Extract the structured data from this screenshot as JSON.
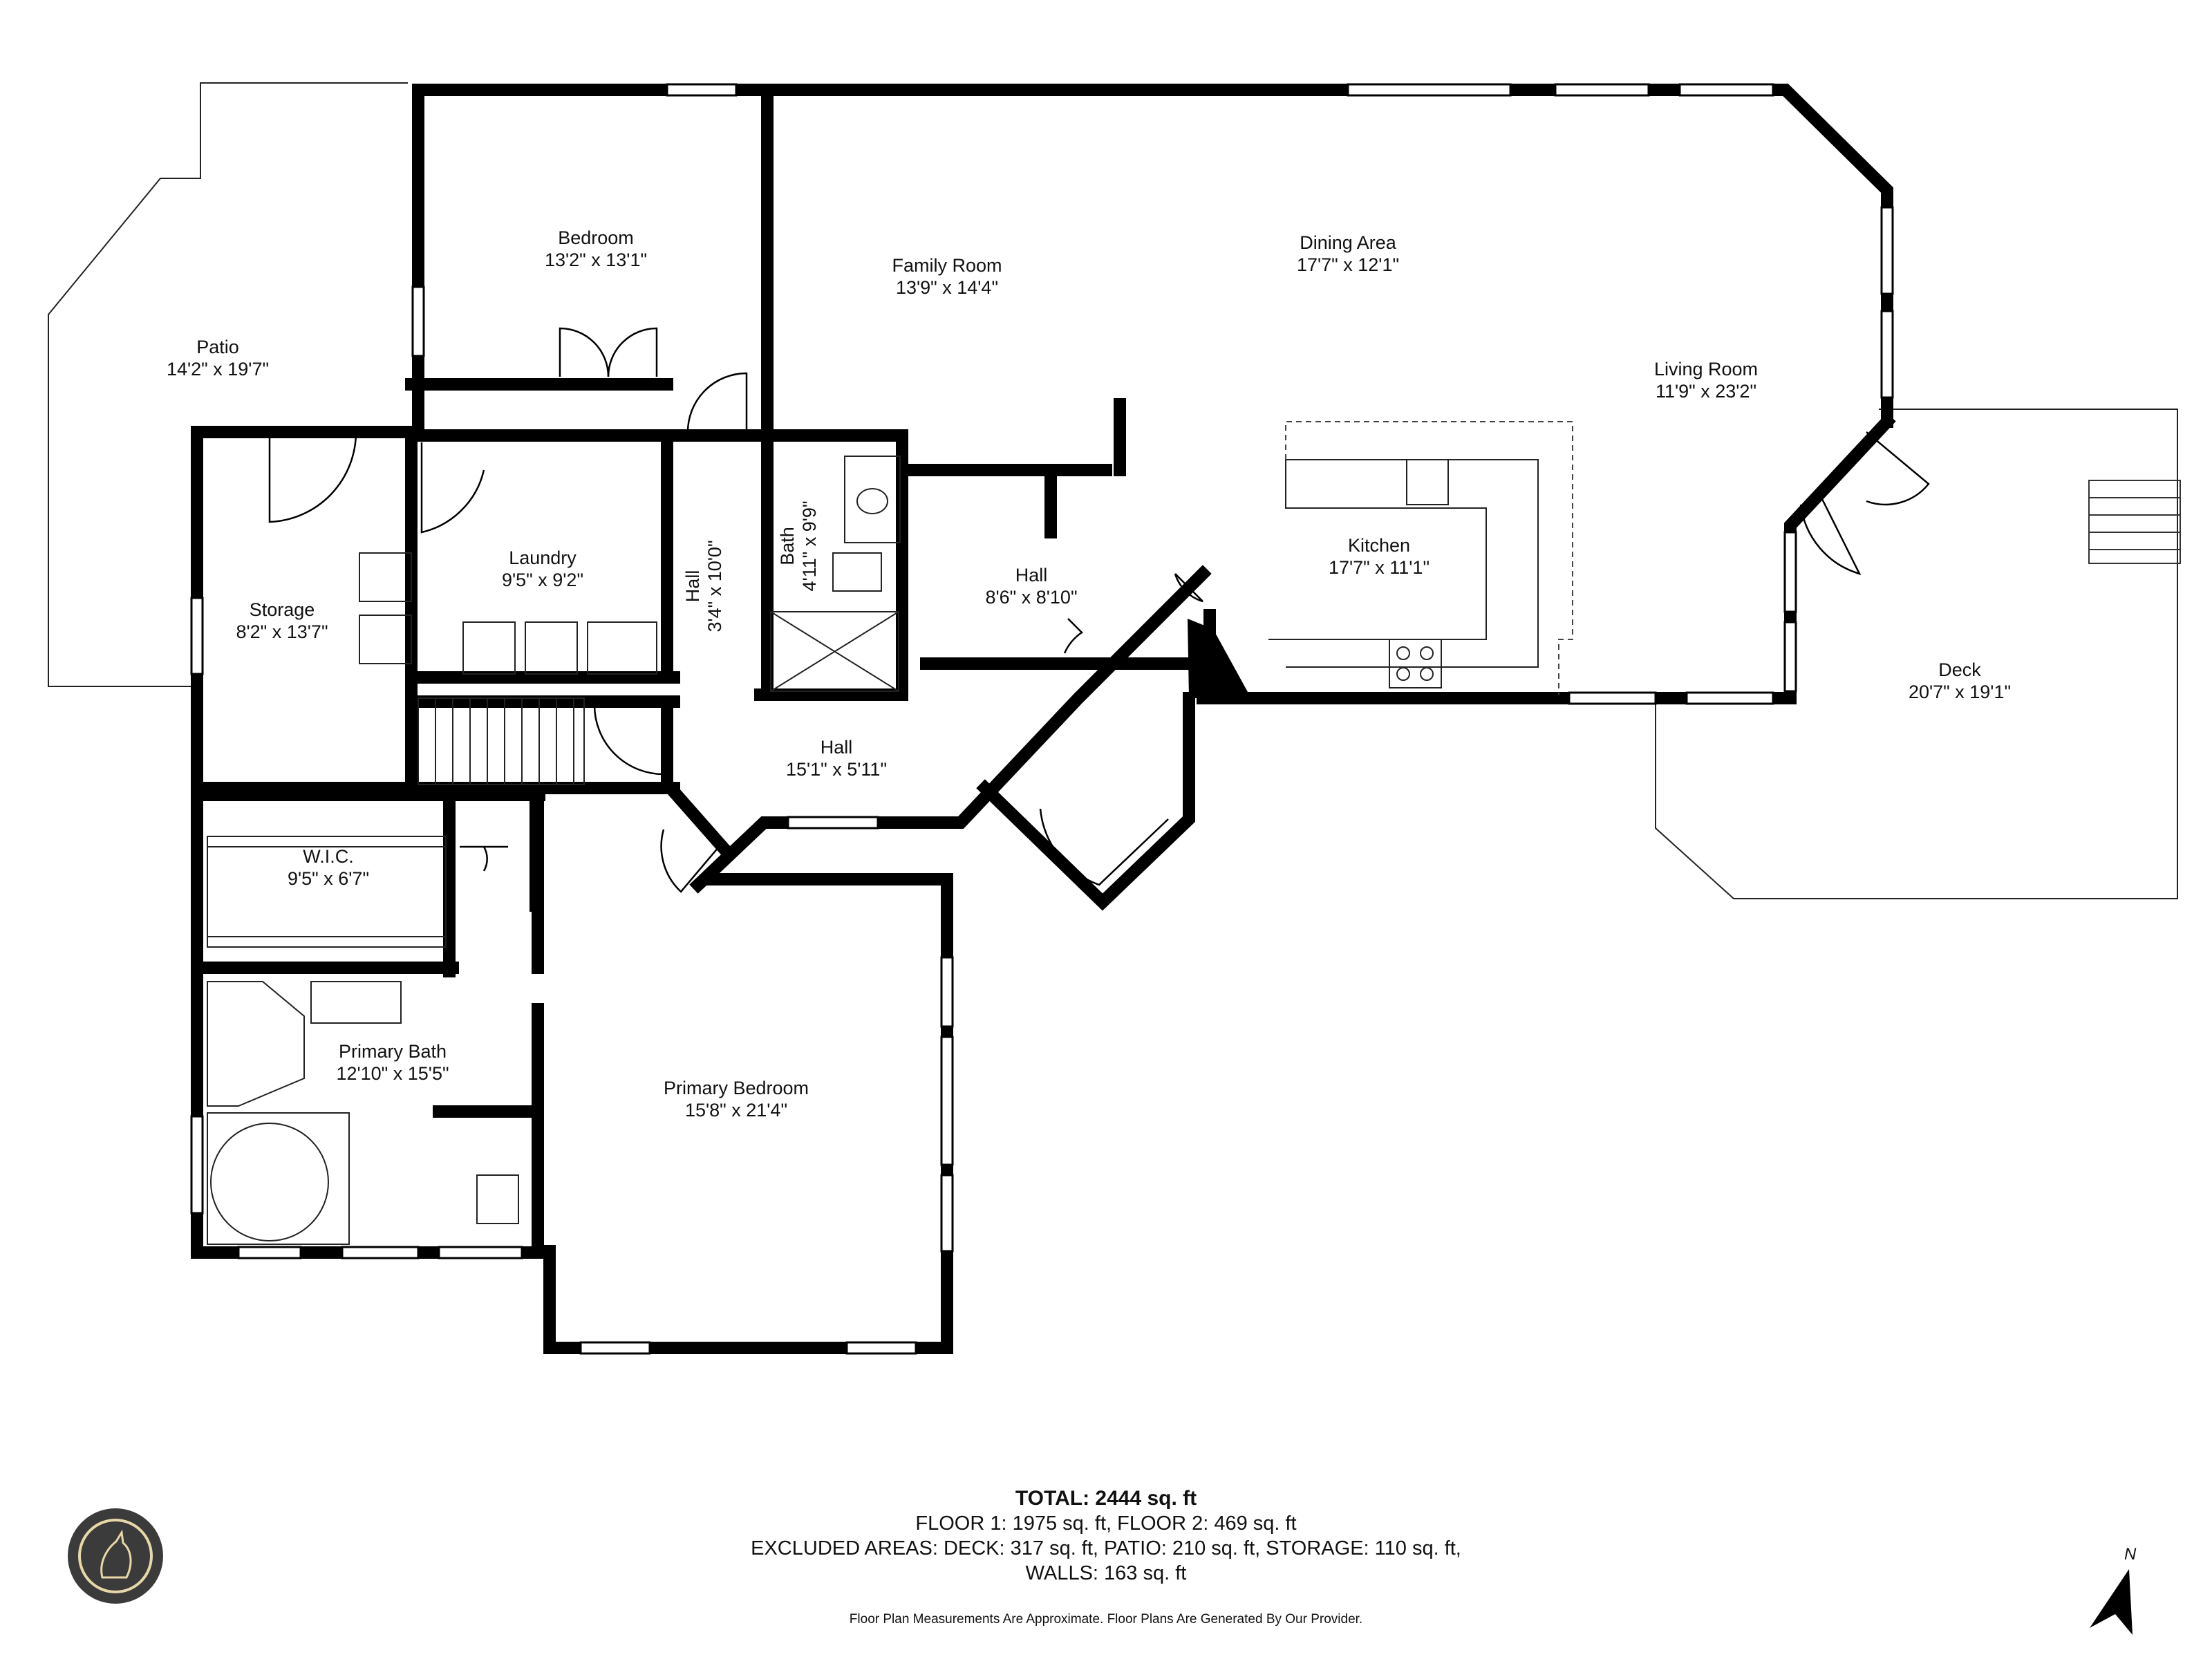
{
  "rooms": {
    "patio": {
      "name": "Patio",
      "dim": "14'2\" x 19'7\""
    },
    "bedroom": {
      "name": "Bedroom",
      "dim": "13'2\" x 13'1\""
    },
    "family_room": {
      "name": "Family Room",
      "dim": "13'9\" x 14'4\""
    },
    "dining_area": {
      "name": "Dining Area",
      "dim": "17'7\" x 12'1\""
    },
    "living_room": {
      "name": "Living Room",
      "dim": "11'9\" x 23'2\""
    },
    "storage": {
      "name": "Storage",
      "dim": "8'2\" x 13'7\""
    },
    "laundry": {
      "name": "Laundry",
      "dim": "9'5\" x 9'2\""
    },
    "hall_vertical": {
      "name": "Hall",
      "dim": "3'4\" x 10'0\""
    },
    "bath": {
      "name": "Bath",
      "dim": "4'11\" x 9'9\""
    },
    "hall_center": {
      "name": "Hall",
      "dim": "8'6\" x 8'10\""
    },
    "kitchen": {
      "name": "Kitchen",
      "dim": "17'7\" x 11'1\""
    },
    "deck": {
      "name": "Deck",
      "dim": "20'7\" x 19'1\""
    },
    "hall_lower": {
      "name": "Hall",
      "dim": "15'1\" x 5'11\""
    },
    "wic": {
      "name": "W.I.C.",
      "dim": "9'5\" x 6'7\""
    },
    "primary_bath": {
      "name": "Primary Bath",
      "dim": "12'10\" x 15'5\""
    },
    "primary_bedroom": {
      "name": "Primary Bedroom",
      "dim": "15'8\" x 21'4\""
    }
  },
  "summary": {
    "total": "TOTAL: 2444 sq. ft",
    "floors": "FLOOR 1: 1975 sq. ft, FLOOR 2: 469 sq. ft",
    "excluded": "EXCLUDED AREAS: DECK: 317 sq. ft, PATIO: 210 sq. ft, STORAGE: 110 sq. ft,",
    "walls": "WALLS: 163 sq. ft"
  },
  "disclaimer": "Floor Plan Measurements Are Approximate. Floor Plans Are Generated By Our Provider.",
  "compass": {
    "label": "N",
    "icon": "north-arrow-icon"
  },
  "logo": {
    "icon": "wolf-logo-icon"
  }
}
